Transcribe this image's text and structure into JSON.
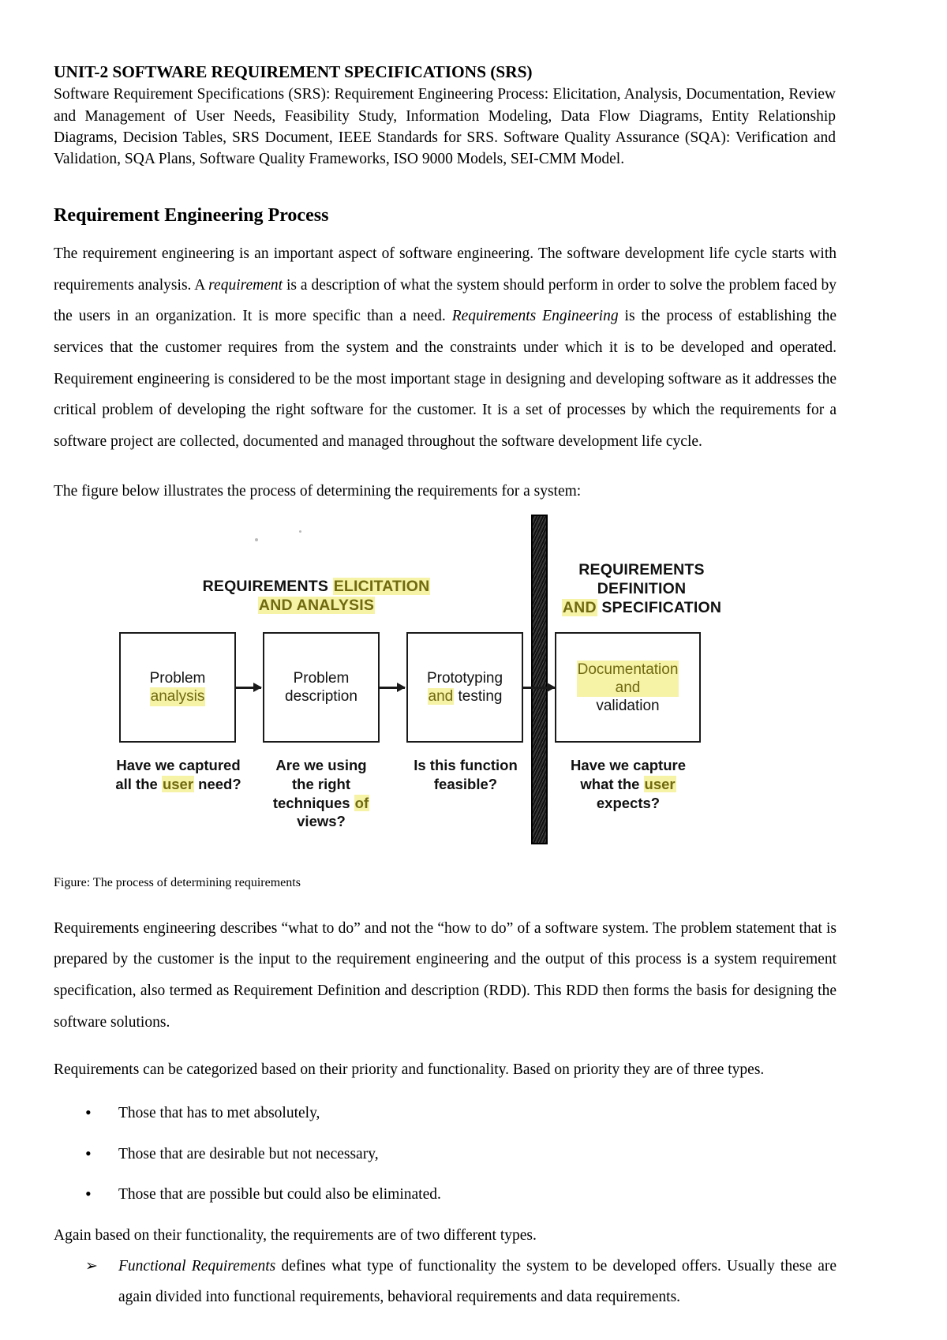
{
  "document": {
    "title": "UNIT-2 SOFTWARE REQUIREMENT SPECIFICATIONS (SRS)",
    "syllabus_paragraph": "Software Requirement Specifications (SRS): Requirement Engineering Process: Elicitation, Analysis, Documentation, Review and Management of User Needs, Feasibility Study, Information Modeling, Data Flow Diagrams, Entity Relationship Diagrams, Decision Tables, SRS Document, IEEE Standards for SRS. Software Quality Assurance (SQA): Verification and Validation, SQA Plans, Software Quality Frameworks, ISO 9000 Models, SEI-CMM Model.",
    "section_heading": "Requirement Engineering Process",
    "para_1_part1": "The requirement engineering is an important aspect of software engineering. The software development life cycle starts with requirements analysis. A ",
    "para_1_italic1": "requirement",
    "para_1_part2": " is a description of what the system should perform in order to solve the problem faced by the users in an organization. It is more specific than a need. ",
    "para_1_italic2": "Requirements Engineering",
    "para_1_part3": " is the process of establishing the services that the customer requires from the system and the constraints under which it is to be developed and operated. Requirement engineering is considered to be the most important stage in designing and developing software as it addresses the critical problem of developing the right software for the customer. It is a set of processes by which the requirements for a software project are collected, documented and managed throughout the software development life cycle.",
    "figure_lead": "The figure below illustrates the process of determining the requirements for a system:",
    "figure_caption": "Figure: The process of determining requirements",
    "para_2": "Requirements engineering describes “what to do” and not the “how to do” of a software system. The problem statement that is prepared by the customer is the input to the requirement engineering and the output of this process is a system requirement specification, also termed as Requirement Definition and description (RDD). This RDD then forms the basis for designing the software solutions.",
    "para_3": "Requirements can be categorized based on their priority and functionality. Based on priority they are of three types.",
    "priority_bullets": [
      "Those that has to met absolutely,",
      "Those that are desirable but not necessary,",
      "Those that are possible but could also be eliminated."
    ],
    "functionality_lead": "Again based on their functionality, the requirements are of two different types.",
    "functional_italic": "Functional Requirements",
    "functional_rest": " defines what type of functionality the system to be developed offers. Usually these are again divided into functional requirements, behavioral requirements and data requirements."
  },
  "figure": {
    "header_left": {
      "line1_plain": "REQUIREMENTS ",
      "line1_highlight": "ELICITATION",
      "line2_highlight": "AND ANALYSIS"
    },
    "header_right": {
      "line1": "REQUIREMENTS",
      "line2": "DEFINITION",
      "line3_highlight": "AND",
      "line3_plain": " SPECIFICATION"
    },
    "boxes": [
      {
        "line1": "Problem",
        "line2": "analysis",
        "line2_highlighted": true
      },
      {
        "line1": "Problem",
        "line2": "description",
        "line2_highlighted": false
      },
      {
        "line1": "Prototyping",
        "line2_highlight": "and",
        "line2_plain": " testing"
      },
      {
        "line1_highlight": "Documentation",
        "line2_highlight": "and",
        "line3": "validation"
      }
    ],
    "questions": [
      {
        "line1": "Have we captured",
        "line2_a": "all the ",
        "line2_hl": "user",
        "line2_b": " need?"
      },
      {
        "line1": "Are we using",
        "line2": "the right",
        "line3_a": "techniques ",
        "line3_hl": "of",
        "line4": "views?"
      },
      {
        "line1": "Is this function",
        "line2": "feasible?"
      },
      {
        "line1": "Have we capture",
        "line2_a": "what the ",
        "line2_hl": "user",
        "line3": "expects?"
      }
    ]
  },
  "colors": {
    "highlight": "#f6f2a6",
    "highlight_text": "#6f6a10",
    "ink": "#000000"
  }
}
